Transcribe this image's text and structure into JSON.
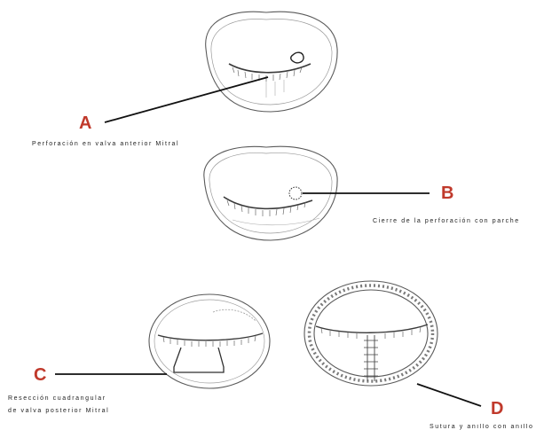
{
  "labels": {
    "a": {
      "letter": "A",
      "caption": "Perforación en valva anterior Mitral"
    },
    "b": {
      "letter": "B",
      "caption": "Cierre de la perforación con parche"
    },
    "c": {
      "letter": "C",
      "caption_line1": "Resección cuadrangular",
      "caption_line2": "de valva posterior Mitral"
    },
    "d": {
      "letter": "D",
      "caption": "Sutura y anillo con anillo"
    }
  },
  "colors": {
    "letters": "#c0392b",
    "stroke": "#555555",
    "leader": "#111111"
  }
}
